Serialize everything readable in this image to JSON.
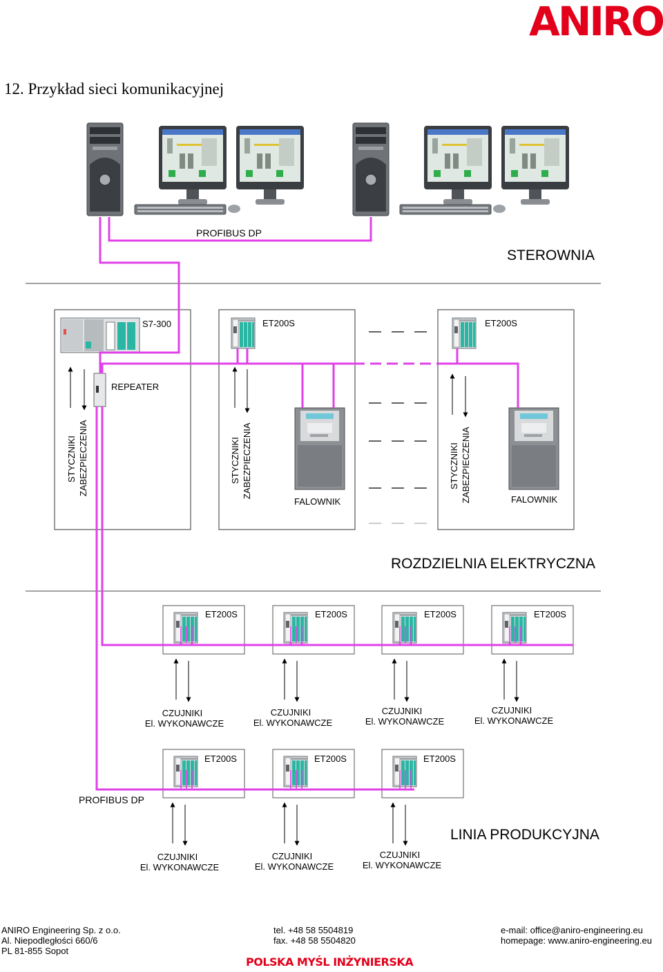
{
  "brand": {
    "logo_text": "ANIRO",
    "logo_color": "#e3001b"
  },
  "page": {
    "title": "12. Przykład sieci komunikacyjnej"
  },
  "colors": {
    "bus": "#e040e8",
    "cabinet_border": "#555555",
    "module_teal": "#2bb6a4"
  },
  "zones": {
    "control_room": "STEROWNIA",
    "switchgear": "ROZDZIELNIA ELEKTRYCZNA",
    "production_line": "LINIA PRODUKCYJNA"
  },
  "bus_labels": {
    "top": "PROFIBUS DP",
    "bottom": "PROFIBUS DP"
  },
  "devices": {
    "plc": "S7-300",
    "repeater": "REPEATER",
    "et200s": "ET200S",
    "inverter": "FALOWNIK",
    "contactors_line1": "STYCZNIKI",
    "contactors_line2": "ZABEZPIECZENIA",
    "sensors_line1": "CZUJNIKI",
    "sensors_line2": "El. WYKONAWCZE"
  },
  "footer": {
    "company": "ANIRO Engineering Sp. z o.o.",
    "street": "Al. Niepodległości 660/6",
    "city": "PL 81-855 Sopot",
    "tel": "tel. +48 58 5504819",
    "fax": "fax. +48 58 5504820",
    "email": "e-mail: office@aniro-engineering.eu",
    "homepage": "homepage: www.aniro-engineering.eu",
    "slogan": "POLSKA MYŚL INŻYNIERSKA"
  }
}
